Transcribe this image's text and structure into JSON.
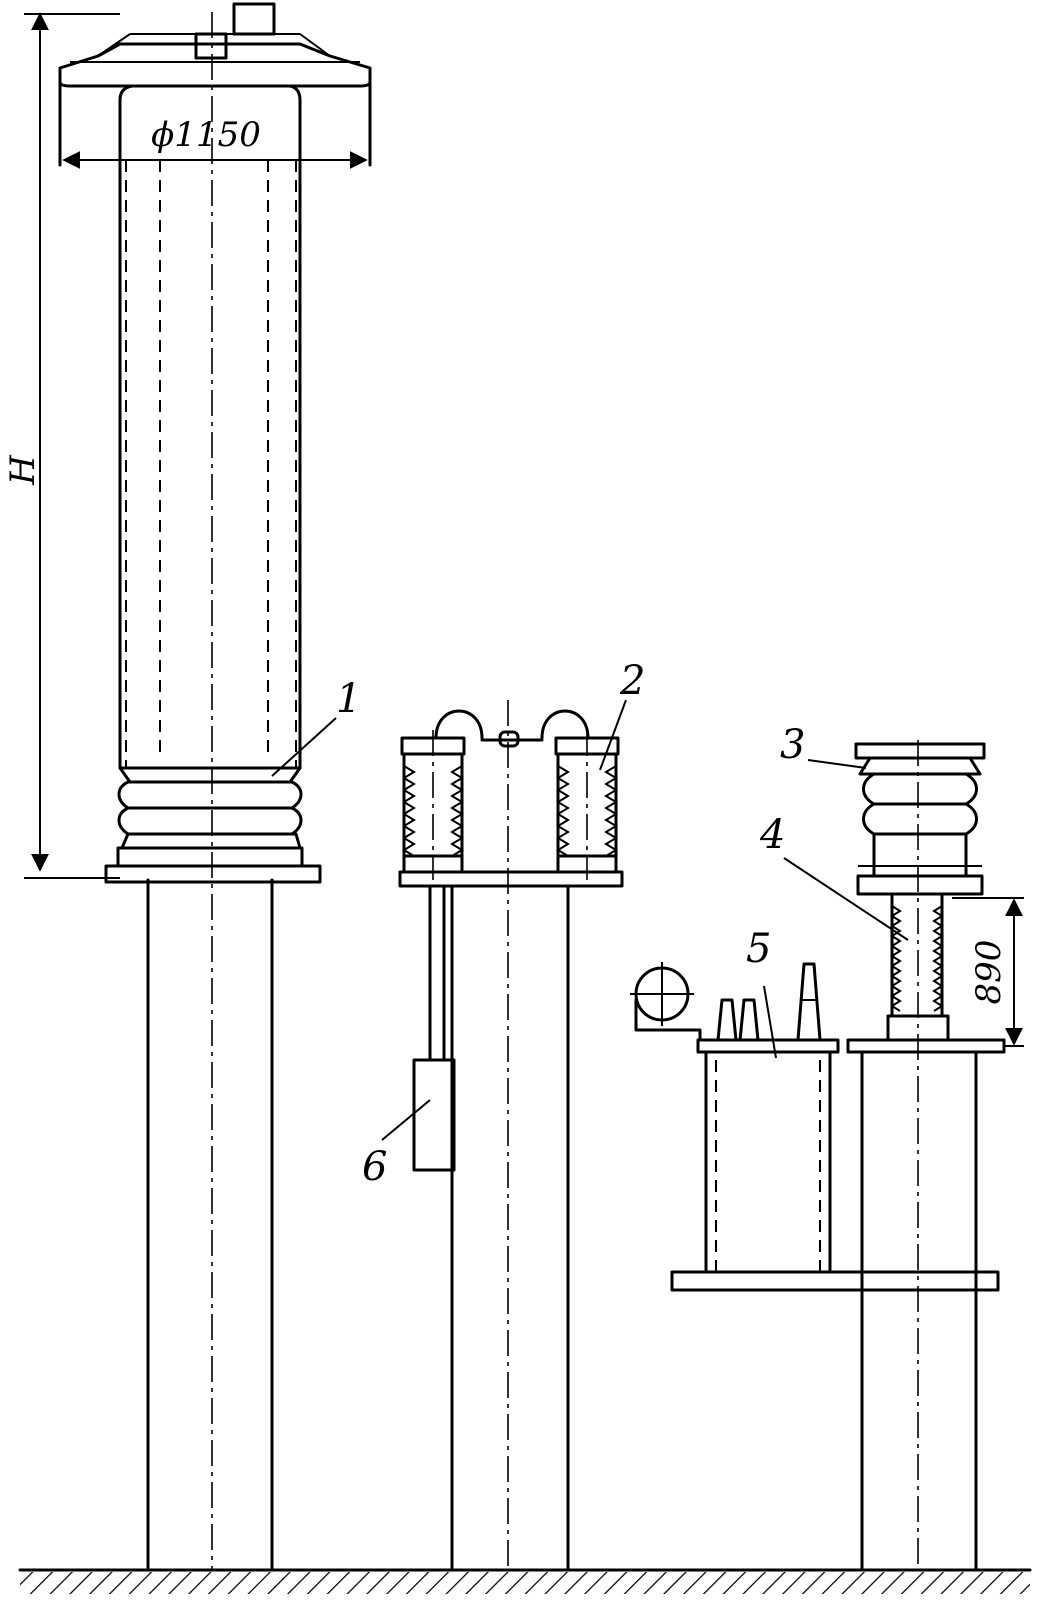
{
  "callouts": [
    "1",
    "2",
    "3",
    "4",
    "5",
    "6"
  ],
  "dimensions": {
    "height": "H",
    "diameter": "ϕ1150",
    "length": "890"
  }
}
